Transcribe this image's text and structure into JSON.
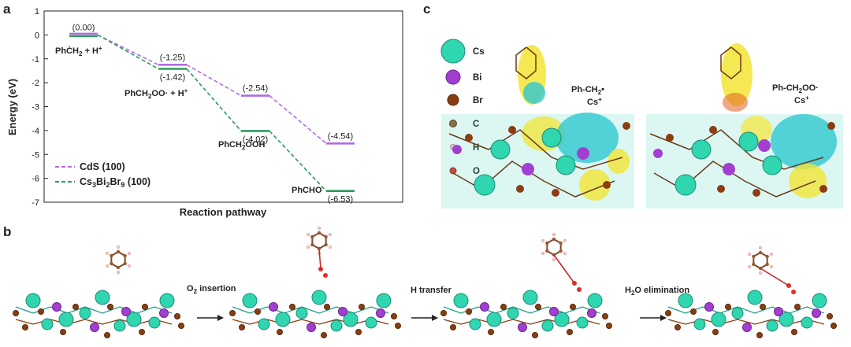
{
  "panels": {
    "a": "a",
    "b": "b",
    "c": "c"
  },
  "chart_data": {
    "type": "line",
    "xlabel": "Reaction pathway",
    "ylabel": "Energy (eV)",
    "ylim": [
      -7,
      1
    ],
    "yticks": [
      1,
      0,
      -1,
      -2,
      -3,
      -4,
      -5,
      -6,
      -7
    ],
    "legend_position": "bottom-left",
    "steps": [
      "PhĊH2 + H+",
      "PhCH2OO· + H+",
      "PhCH2OOH",
      "PhCHO"
    ],
    "series": [
      {
        "name": "CdS (100)",
        "color": "#b26be0",
        "dash": true,
        "values": [
          0.0,
          -1.25,
          -2.54,
          -4.54
        ],
        "labels": [
          "(0.00)",
          "(-1.25)",
          "(-2.54)",
          "(-4.54)"
        ]
      },
      {
        "name": "Cs3Bi2Br9 (100)",
        "color": "#2a9d5c",
        "dash": true,
        "values": [
          0.0,
          -1.42,
          -4.02,
          -6.53
        ],
        "labels": [
          "",
          "(-1.42)",
          "(-4.02)",
          "(-6.53)"
        ]
      }
    ]
  },
  "panel_b": {
    "steps": [
      "O2 insertion",
      "H transfer",
      "H2O elimination"
    ]
  },
  "panel_c": {
    "legend": [
      {
        "name": "Cs",
        "color": "#2fd6b0"
      },
      {
        "name": "Bi",
        "color": "#a23fd1"
      },
      {
        "name": "Br",
        "color": "#8a3d10"
      },
      {
        "name": "C",
        "color": "#9b5a2e"
      },
      {
        "name": "H",
        "color": "#f3c9c9"
      },
      {
        "name": "O",
        "color": "#e0302a"
      }
    ],
    "labels": [
      "Ph-CH2•",
      "Cs+",
      "Ph-CH2OO·",
      "Cs+"
    ]
  }
}
